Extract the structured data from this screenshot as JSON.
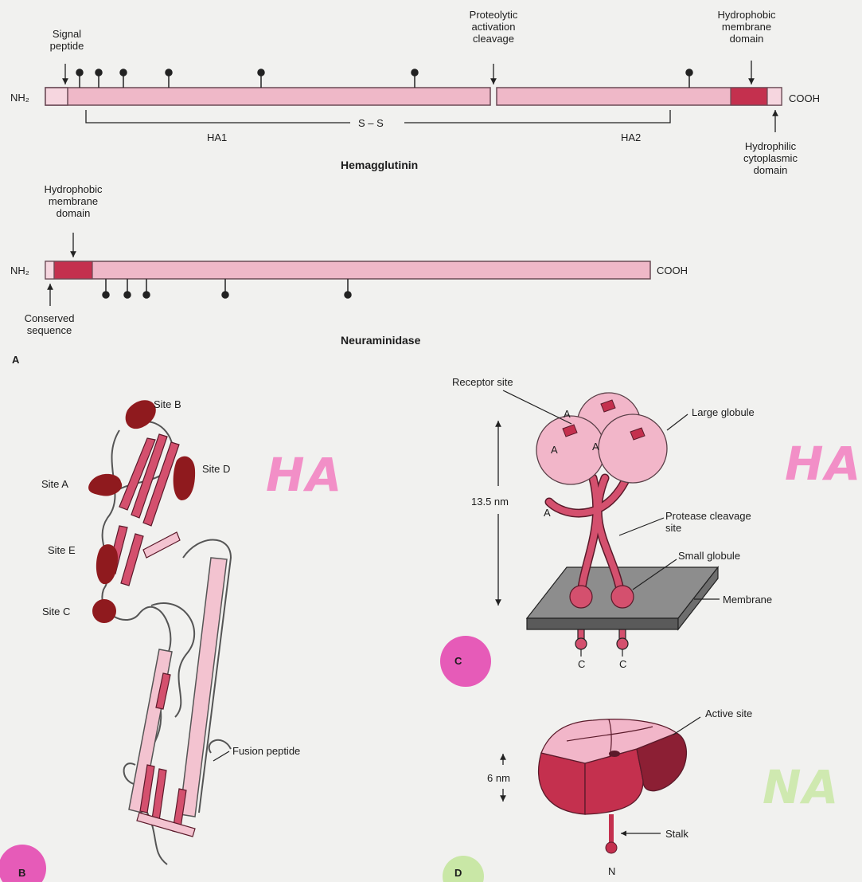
{
  "colors": {
    "chain": "#efb8c8",
    "chain_stroke": "#6a4a55",
    "domain": "#c4304e",
    "domain_dark": "#8c1f34",
    "helix": "#d4506e",
    "globule": "#f2b6c9",
    "membrane": "#8d8d8d",
    "site": "#8f1a1e",
    "badge_pink": "#e65bb8",
    "badge_green": "#c9e7a6",
    "wm_pink": "#f28fc7",
    "wm_green": "#cfe9b0"
  },
  "panel_a": {
    "hemagglutinin": {
      "title": "Hemagglutinin",
      "n_term": "NH₂",
      "c_term": "COOH",
      "signal_peptide": "Signal\npeptide",
      "cleavage": "Proteolytic\nactivation\ncleavage",
      "membrane_domain": "Hydrophobic\nmembrane\ndomain",
      "cytoplasmic_domain": "Hydrophilic\ncytoplasmic\ndomain",
      "ha1": "HA1",
      "ha2": "HA2",
      "disulfide": "S – S"
    },
    "neuraminidase": {
      "title": "Neuraminidase",
      "n_term": "NH₂",
      "c_term": "COOH",
      "membrane_domain": "Hydrophobic\nmembrane\ndomain",
      "conserved": "Conserved\nsequence"
    },
    "panel_letter": "A"
  },
  "panel_b": {
    "letter": "B",
    "site_a": "Site A",
    "site_b": "Site B",
    "site_c": "Site C",
    "site_d": "Site D",
    "site_e": "Site E",
    "fusion": "Fusion peptide"
  },
  "panel_c": {
    "letter": "C",
    "receptor": "Receptor site",
    "large_globule": "Large globule",
    "height": "13.5 nm",
    "protease": "Protease cleavage\nsite",
    "small_globule": "Small globule",
    "membrane": "Membrane",
    "c_label": "C",
    "a_label": "A"
  },
  "panel_d": {
    "letter": "D",
    "active_site": "Active site",
    "height": "6 nm",
    "stalk": "Stalk",
    "n_label": "N"
  },
  "watermarks": {
    "ha": "HA",
    "na": "NA"
  }
}
